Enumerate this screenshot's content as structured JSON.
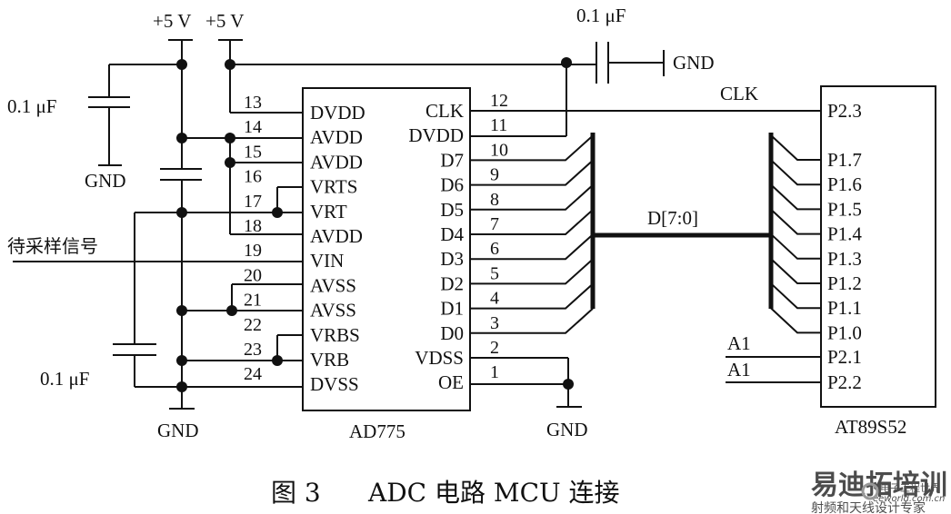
{
  "caption": {
    "figure": "图 3",
    "title": "ADC 电路 MCU 连接"
  },
  "power": {
    "vcc_left": "+5 V",
    "vcc_right": "+5 V",
    "gnd": "GND"
  },
  "capacitors": {
    "c_top_left": "0.1 μF",
    "c_bottom_left": "0.1 μF",
    "c_top_right": "0.1 μF"
  },
  "input_signal": "待采样信号",
  "adc": {
    "name": "AD775",
    "left_pins": [
      {
        "num": "13",
        "name": "DVDD"
      },
      {
        "num": "14",
        "name": "AVDD"
      },
      {
        "num": "15",
        "name": "AVDD"
      },
      {
        "num": "16",
        "name": "VRTS"
      },
      {
        "num": "17",
        "name": "VRT"
      },
      {
        "num": "18",
        "name": "AVDD"
      },
      {
        "num": "19",
        "name": "VIN"
      },
      {
        "num": "20",
        "name": "AVSS"
      },
      {
        "num": "21",
        "name": "AVSS"
      },
      {
        "num": "22",
        "name": "VRBS"
      },
      {
        "num": "23",
        "name": "VRB"
      },
      {
        "num": "24",
        "name": "DVSS"
      }
    ],
    "right_pins": [
      {
        "num": "12",
        "name": "CLK"
      },
      {
        "num": "11",
        "name": "DVDD"
      },
      {
        "num": "10",
        "name": "D7"
      },
      {
        "num": "9",
        "name": "D6"
      },
      {
        "num": "8",
        "name": "D5"
      },
      {
        "num": "7",
        "name": "D4"
      },
      {
        "num": "6",
        "name": "D3"
      },
      {
        "num": "5",
        "name": "D2"
      },
      {
        "num": "4",
        "name": "D1"
      },
      {
        "num": "3",
        "name": "D0"
      },
      {
        "num": "2",
        "name": "VDSS"
      },
      {
        "num": "1",
        "name": "OE"
      }
    ]
  },
  "mcu": {
    "name": "AT89S52",
    "pins": [
      "P2.3",
      "P1.7",
      "P1.6",
      "P1.5",
      "P1.4",
      "P1.3",
      "P1.2",
      "P1.1",
      "P1.0",
      "P2.1",
      "P2.2"
    ]
  },
  "nets": {
    "clk": "CLK",
    "data_bus": "D[7:0]",
    "a1_top": "A1",
    "a1_bottom": "A1"
  },
  "watermark": {
    "brand": "易迪拓培训",
    "site": "eeworld.com.cn",
    "tag": "电子工程世界",
    "slogan": "射频和天线设计专家",
    "colors": {
      "red": "#d9534f",
      "blue": "#4a7fb5",
      "gray": "#888888"
    }
  }
}
